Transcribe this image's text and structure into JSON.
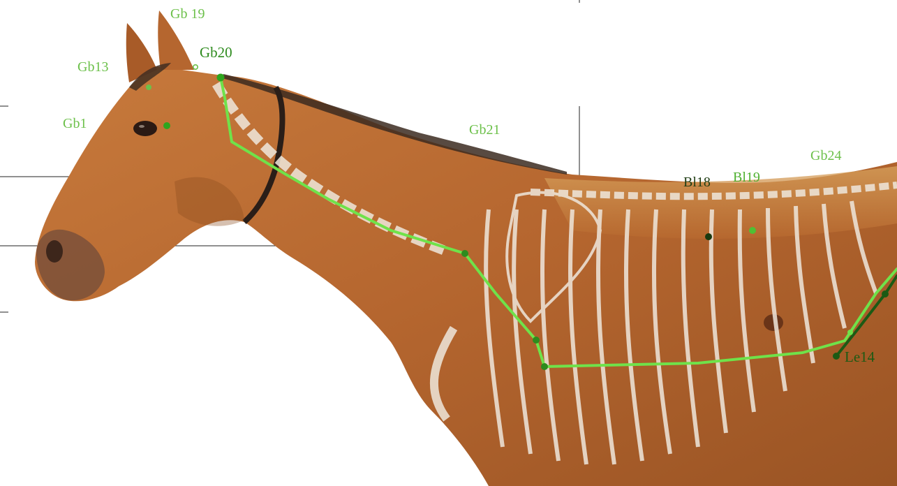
{
  "colors": {
    "background": "#ffffff",
    "coat": "#b5662f",
    "coat_dark": "#8a4a1e",
    "mane": "#3b2a20",
    "bone": "#efe7dc",
    "meridian_light": "#6fe24a",
    "meridian_dark": "#1c5a14",
    "label_green": "#6cc04a",
    "label_mid_green": "#2e8b1e",
    "label_dark": "#1f3d14",
    "frame_line": "#222222"
  },
  "points": {
    "gb19": {
      "label": "Gb 19"
    },
    "gb20": {
      "label": "Gb20"
    },
    "gb13": {
      "label": "Gb13"
    },
    "gb1": {
      "label": "Gb1"
    },
    "gb21": {
      "label": "Gb21"
    },
    "gb24": {
      "label": "Gb24"
    },
    "bl18": {
      "label": "Bl18"
    },
    "bl19": {
      "label": "Bl19"
    },
    "le14": {
      "label": "Le14"
    }
  },
  "subject": {
    "name": "horse",
    "meridian": "gallbladder-meridian"
  }
}
